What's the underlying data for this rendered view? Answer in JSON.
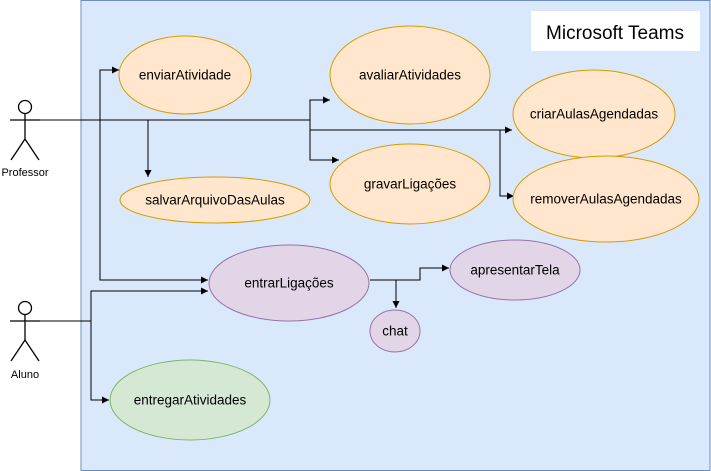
{
  "diagram": {
    "system_title": "Microsoft Teams",
    "actors": [
      {
        "id": "professor",
        "label": "Professor"
      },
      {
        "id": "aluno",
        "label": "Aluno"
      }
    ],
    "use_cases": [
      {
        "id": "enviar",
        "label": "enviarAtividade",
        "fill": "#ffe6cc",
        "stroke": "#d79b00"
      },
      {
        "id": "avaliar",
        "label": "avaliarAtividades",
        "fill": "#ffe6cc",
        "stroke": "#d79b00"
      },
      {
        "id": "criar",
        "label": "criarAulasAgendadas",
        "fill": "#ffe6cc",
        "stroke": "#d79b00"
      },
      {
        "id": "salvar",
        "label": "salvarArquivoDasAulas",
        "fill": "#ffe6cc",
        "stroke": "#d79b00"
      },
      {
        "id": "gravar",
        "label": "gravarLigações",
        "fill": "#ffe6cc",
        "stroke": "#d79b00"
      },
      {
        "id": "remover",
        "label": "removerAulasAgendadas",
        "fill": "#ffe6cc",
        "stroke": "#d79b00"
      },
      {
        "id": "entrar",
        "label": "entrarLigações",
        "fill": "#e1d5e7",
        "stroke": "#9673a6"
      },
      {
        "id": "apresentar",
        "label": "apresentarTela",
        "fill": "#e1d5e7",
        "stroke": "#9673a6"
      },
      {
        "id": "chat",
        "label": "chat",
        "fill": "#e1d5e7",
        "stroke": "#9673a6"
      },
      {
        "id": "entregar",
        "label": "entregarAtividades",
        "fill": "#d5e8d4",
        "stroke": "#82b366"
      }
    ],
    "colors": {
      "system_fill": "#dae8fc",
      "system_stroke": "#6c8ebf",
      "edge": "#000000"
    }
  }
}
